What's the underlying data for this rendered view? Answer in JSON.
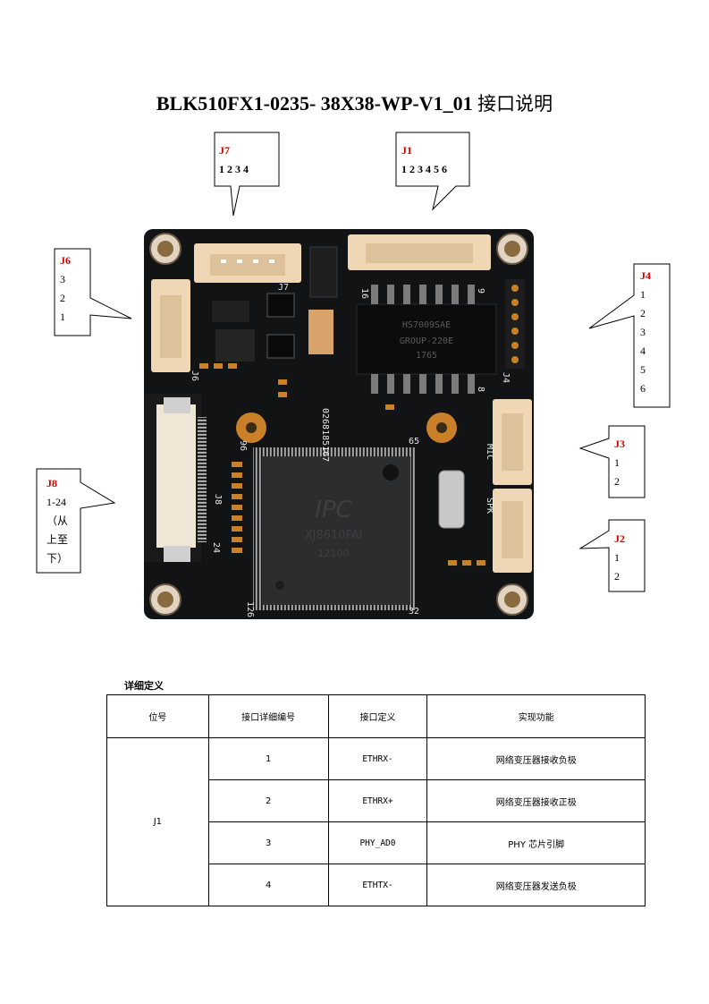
{
  "doc_title": {
    "model": "BLK510FX1-0235- 38X38-WP-V1_01",
    "suffix": "接口说明"
  },
  "labels": {
    "j7": {
      "name": "J7",
      "pins": "1 2 3 4"
    },
    "j1": {
      "name": "J1",
      "pins": "1 2 3 4 5 6"
    },
    "j6": {
      "name": "J6",
      "pins": [
        "3",
        "2",
        "1"
      ]
    },
    "j4": {
      "name": "J4",
      "pins": [
        "1",
        "2",
        "3",
        "4",
        "5",
        "6"
      ]
    },
    "j3": {
      "name": "J3",
      "pins": [
        "1",
        "2"
      ]
    },
    "j2": {
      "name": "J2",
      "pins": [
        "1",
        "2"
      ]
    },
    "j8": {
      "name": "J8",
      "pins": "1-24",
      "note": [
        "（从",
        "上至",
        "下）"
      ]
    }
  },
  "board_marks": {
    "chip_brand": "IPC",
    "chip_part": "XJ8610FAI",
    "chip_lot": "12100",
    "serial": "0268185167",
    "transformer_line1": "HS7009SAE",
    "transformer_line2": "GROUP-220E",
    "transformer_line3": "1765",
    "j8_silk": "J8",
    "j8_num": "24",
    "pin96": "96",
    "pin65": "65",
    "pin126": "126",
    "pin32": "32",
    "mic": "MIC",
    "spk": "SPK",
    "j4_silk": "J4",
    "j6_silk": "J6",
    "j7_silk": "J7",
    "pin16": "16",
    "pin9": "9",
    "pin8": "8"
  },
  "colors": {
    "label_red": "#d40000",
    "pcb": "#111315",
    "connector": "#efd7b5",
    "pad": "#c98028"
  },
  "table": {
    "section_title": "详细定义",
    "headers": [
      "位号",
      "接口详细编号",
      "接口定义",
      "实现功能"
    ],
    "group": "J1",
    "rows": [
      {
        "num": "1",
        "def": "ETHRX-",
        "func": "网络变压器接收负极"
      },
      {
        "num": "2",
        "def": "ETHRX+",
        "func": "网络变压器接收正极"
      },
      {
        "num": "3",
        "def": "PHY_AD0",
        "func": "PHY 芯片引脚"
      },
      {
        "num": "4",
        "def": "ETHTX-",
        "func": "网络变压器发送负极"
      }
    ]
  }
}
